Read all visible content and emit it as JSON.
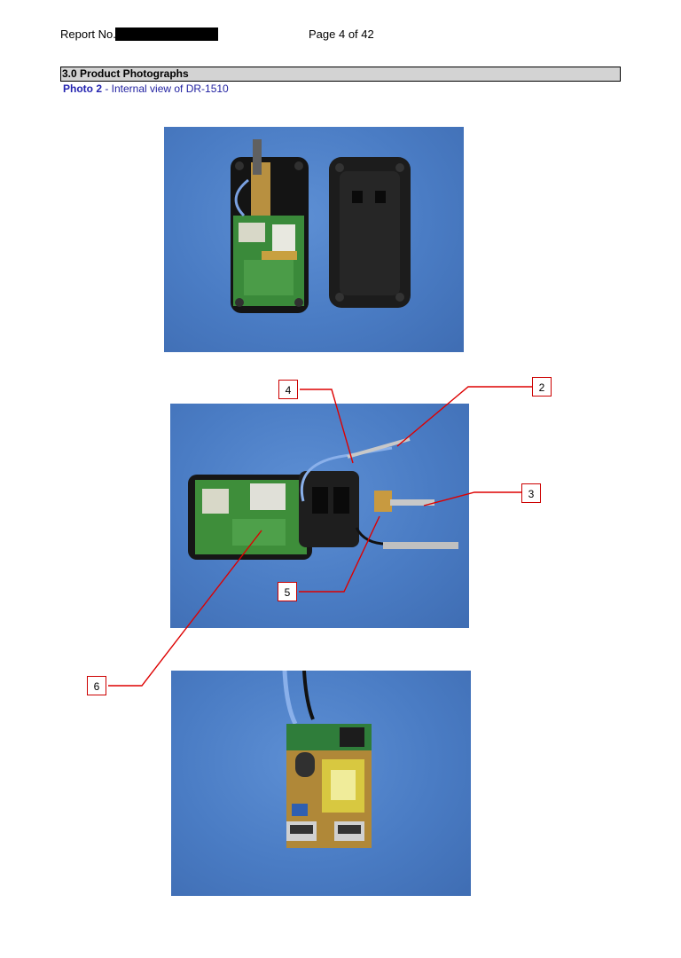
{
  "header": {
    "report_label": "Report No.",
    "page_label": "Page 4 of 42"
  },
  "section": {
    "title": "3.0 Product Photographs"
  },
  "photo": {
    "number": "Photo 2",
    "caption": " - Internal view of DR-1510"
  },
  "callouts": [
    "2",
    "3",
    "4",
    "5",
    "6"
  ],
  "colors": {
    "section_bar": "#d3d3d3",
    "caption_text": "#1f1fa0",
    "callout_border": "#cc0000",
    "photo_background": "#4a7cc4"
  }
}
